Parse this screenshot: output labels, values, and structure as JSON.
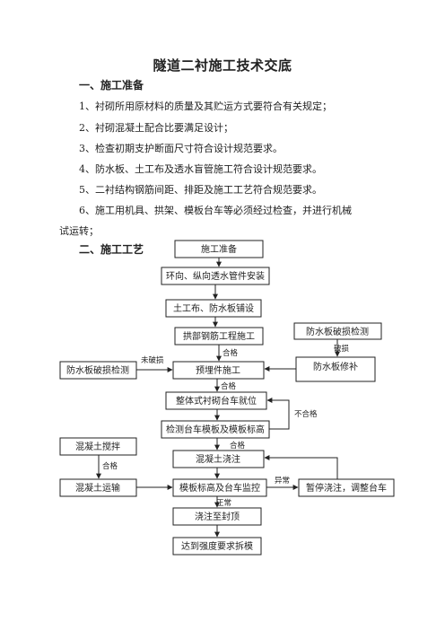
{
  "title": "隧道二衬施工技术交底",
  "section1": {
    "heading": "一、施工准备",
    "items": [
      "1、衬砌所用原材料的质量及其贮运方式要符合有关规定；",
      "2、衬砌混凝土配合比要满足设计；",
      "3、检查初期支护断面尺寸符合设计规范要求。",
      "4、防水板、土工布及透水盲管施工符合设计规范要求。",
      "5、二衬结构钢筋间距、排距及施工工艺符合规范要求。",
      "6、施工用机具、拱架、模板台车等必须经过检查，并进行机械",
      "试运转；"
    ]
  },
  "section2": {
    "heading": "二、施工工艺"
  },
  "flowchart": {
    "boxes": {
      "prep": "施工准备",
      "drain_pipe": "环向、纵向透水管件安装",
      "geotextile": "土工布、防水板铺设",
      "rebar": "拱部钢筋工程施工",
      "embedded": "预埋件施工",
      "trolley_position": "整体式衬砌台车就位",
      "check_formwork": "检测台车模板及模板标高",
      "pour": "混凝土浇注",
      "monitor": "模板标高及台车监控",
      "pour_top": "浇注至封顶",
      "demold": "达到强度要求拆模",
      "wp_damage_check_right": "防水板破损检测",
      "wp_repair": "防水板修补",
      "wp_damage_check_left": "防水板破损检测",
      "concrete_mix": "混凝土搅拌",
      "concrete_transport": "混凝土运输",
      "pause_adjust": "暂停浇注，调整台车"
    },
    "labels": {
      "pass": "合格",
      "not_damaged": "未破损",
      "damaged": "破损",
      "fail": "不合格",
      "abnormal": "异常",
      "normal": "正常"
    }
  }
}
